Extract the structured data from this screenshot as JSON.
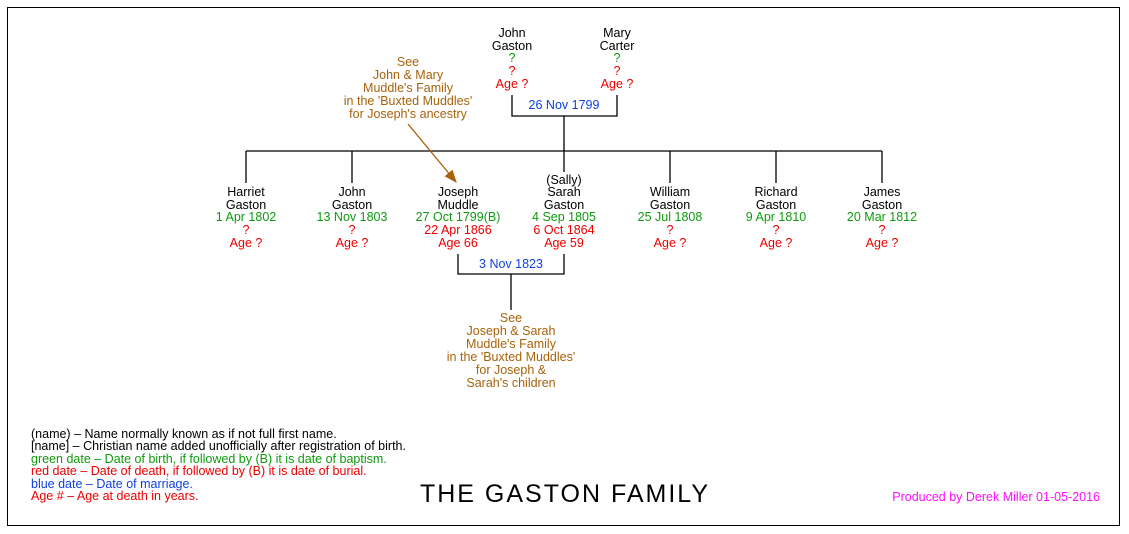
{
  "parents": {
    "father": {
      "first": "John",
      "last": "Gaston",
      "birth": "?",
      "death": "?",
      "age": "Age ?"
    },
    "mother": {
      "first": "Mary",
      "last": "Carter",
      "birth": "?",
      "death": "?",
      "age": "Age ?"
    },
    "marriage": "26 Nov 1799"
  },
  "ancestry_note": [
    "See",
    "John & Mary",
    "Muddle's Family",
    "in the 'Buxted Muddles'",
    "for Joseph's ancestry"
  ],
  "children": [
    {
      "first": "Harriet",
      "last": "Gaston",
      "birth": "1 Apr 1802",
      "death": "?",
      "age": "Age ?"
    },
    {
      "first": "John",
      "last": "Gaston",
      "birth": "13 Nov 1803",
      "death": "?",
      "age": "Age ?"
    },
    {
      "first": "Joseph",
      "last": "Muddle",
      "birth": "27 Oct 1799(B)",
      "death": "22 Apr 1866",
      "age": "Age 66"
    },
    {
      "known_as": "(Sally)",
      "first": "Sarah",
      "last": "Gaston",
      "birth": "4 Sep 1805",
      "death": "6 Oct 1864",
      "age": "Age 59"
    },
    {
      "first": "William",
      "last": "Gaston",
      "birth": "25 Jul 1808",
      "death": "?",
      "age": "Age ?"
    },
    {
      "first": "Richard",
      "last": "Gaston",
      "birth": "9 Apr 1810",
      "death": "?",
      "age": "Age ?"
    },
    {
      "first": "James",
      "last": "Gaston",
      "birth": "20 Mar 1812",
      "death": "?",
      "age": "Age ?"
    }
  ],
  "child_marriage": "3 Nov 1823",
  "children_note": [
    "See",
    "Joseph & Sarah",
    "Muddle's Family",
    "in the 'Buxted Muddles'",
    "for Joseph &",
    "Sarah's children"
  ],
  "legend": [
    {
      "text": "(name) – Name normally known as if not full first name.",
      "color": "#000000"
    },
    {
      "text": "[name] – Christian name added unofficially after registration of birth.",
      "color": "#000000"
    },
    {
      "text": "green date – Date of birth, if followed by (B) it is date of baptism.",
      "color": "#0f9a0f"
    },
    {
      "text": "red date – Date of death, if followed by (B) it is date of burial.",
      "color": "#ee0000"
    },
    {
      "text": "blue date – Date of marriage.",
      "color": "#1040e0"
    },
    {
      "text": "Age # – Age at death in years.",
      "color": "#ee0000"
    }
  ],
  "title": "THE GASTON FAMILY",
  "credit": "Produced by Derek Miller 01-05-2016"
}
